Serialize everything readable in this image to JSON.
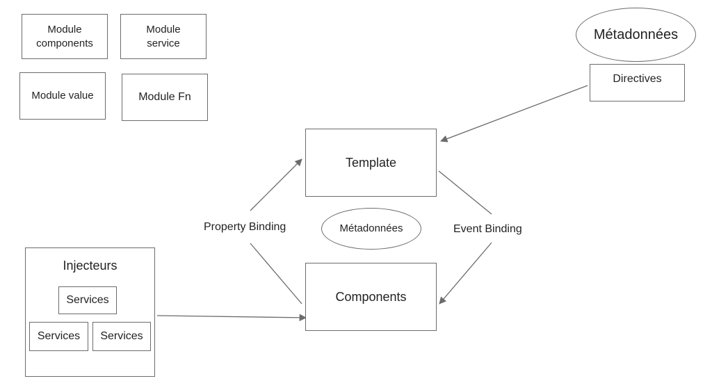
{
  "modules": {
    "components": [
      "Module",
      "components"
    ],
    "service": [
      "Module",
      "service"
    ],
    "value": "Module value",
    "fn": "Module Fn"
  },
  "metadata": {
    "top": "Métadonnées",
    "center": "Métadonnées"
  },
  "nodes": {
    "directives": "Directives",
    "template": "Template",
    "components": "Components"
  },
  "edges": {
    "property_binding": "Property Binding",
    "event_binding": "Event Binding"
  },
  "injector": {
    "title": "Injecteurs",
    "services": [
      "Services",
      "Services",
      "Services"
    ]
  },
  "colors": {
    "stroke": "#6b6b6b",
    "text": "#222222"
  }
}
